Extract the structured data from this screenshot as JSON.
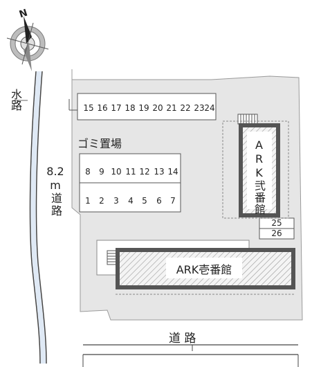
{
  "compass": {
    "north_label": "N",
    "icon": "compass-rose-icon"
  },
  "waterway_label": "水路",
  "side_road": {
    "width": "8.2",
    "unit": "m",
    "name": "道路"
  },
  "bottom_road_label": "道 路",
  "garbage_label": "ゴミ置場",
  "parking": {
    "top_row": [
      "15",
      "16",
      "17",
      "18",
      "19",
      "20",
      "21",
      "22",
      "23",
      "24"
    ],
    "middle_row": [
      "8",
      "9",
      "10",
      "11",
      "12",
      "13",
      "14"
    ],
    "bottom_row": [
      "1",
      "2",
      "3",
      "4",
      "5",
      "6",
      "7"
    ],
    "right_slots": [
      "25",
      "26"
    ]
  },
  "buildings": {
    "second": "ARK弐番館",
    "first": "ARK壱番館"
  },
  "colors": {
    "lot": "#e6e6e6",
    "building_border": "#555555",
    "road_line": "#444444"
  }
}
